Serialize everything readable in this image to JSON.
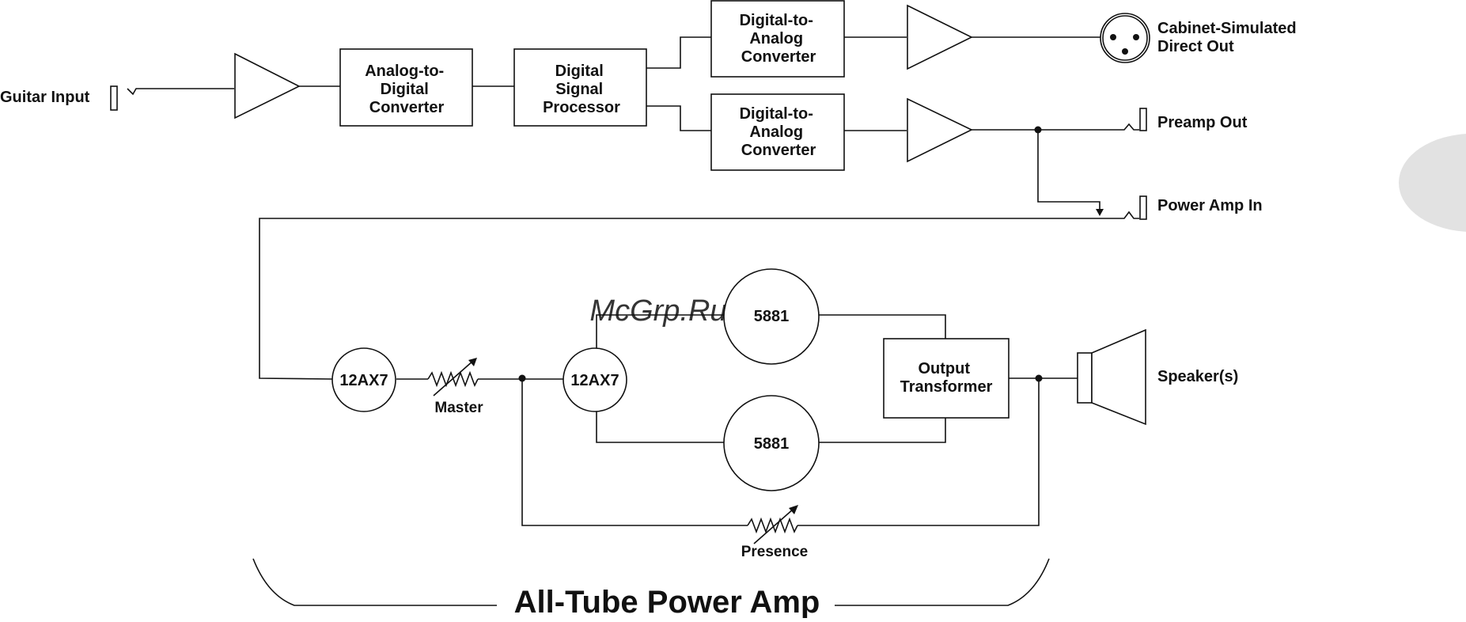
{
  "blocks": {
    "adc": [
      "Analog-to-",
      "Digital",
      "Converter"
    ],
    "dsp": [
      "Digital",
      "Signal",
      "Processor"
    ],
    "dac_top": [
      "Digital-to-",
      "Analog",
      "Converter"
    ],
    "dac_bottom": [
      "Digital-to-",
      "Analog",
      "Converter"
    ],
    "output_transformer": [
      "Output",
      "Transformer"
    ]
  },
  "tubes": {
    "preamp_tube": "12AX7",
    "phase_inverter_tube": "12AX7",
    "power_tube_top": "5881",
    "power_tube_bottom": "5881"
  },
  "controls": {
    "master": "Master",
    "presence": "Presence"
  },
  "jacks": {
    "guitar_input": "Guitar Input",
    "cabinet_out": [
      "Cabinet-Simulated",
      "Direct Out"
    ],
    "preamp_out": "Preamp Out",
    "power_amp_in": "Power Amp In",
    "speaker": "Speaker(s)"
  },
  "section_title": "All-Tube Power Amp",
  "watermark": "McGrp.Ru",
  "colors": {
    "line": "#111111",
    "watermark": "#d42a2a",
    "side_tab": "#e2e2e2"
  }
}
